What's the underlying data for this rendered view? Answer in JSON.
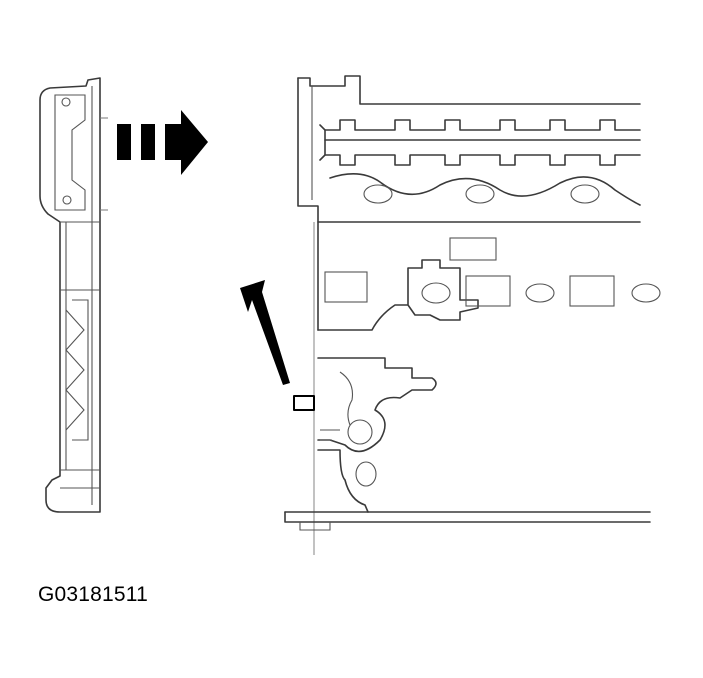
{
  "figure": {
    "caption": "G03181511"
  },
  "parts": {
    "left_part": "timing-chain-cover-side-view",
    "right_part": "cylinder-head-and-block-section",
    "direction_arrow": "dashed-arrow-right-icon",
    "pointer_arrow": "pointer-arrow-icon",
    "marked_location": "alignment-mark"
  },
  "colors": {
    "line": "#3a3a3a",
    "fill": "#000000",
    "background": "#ffffff"
  }
}
